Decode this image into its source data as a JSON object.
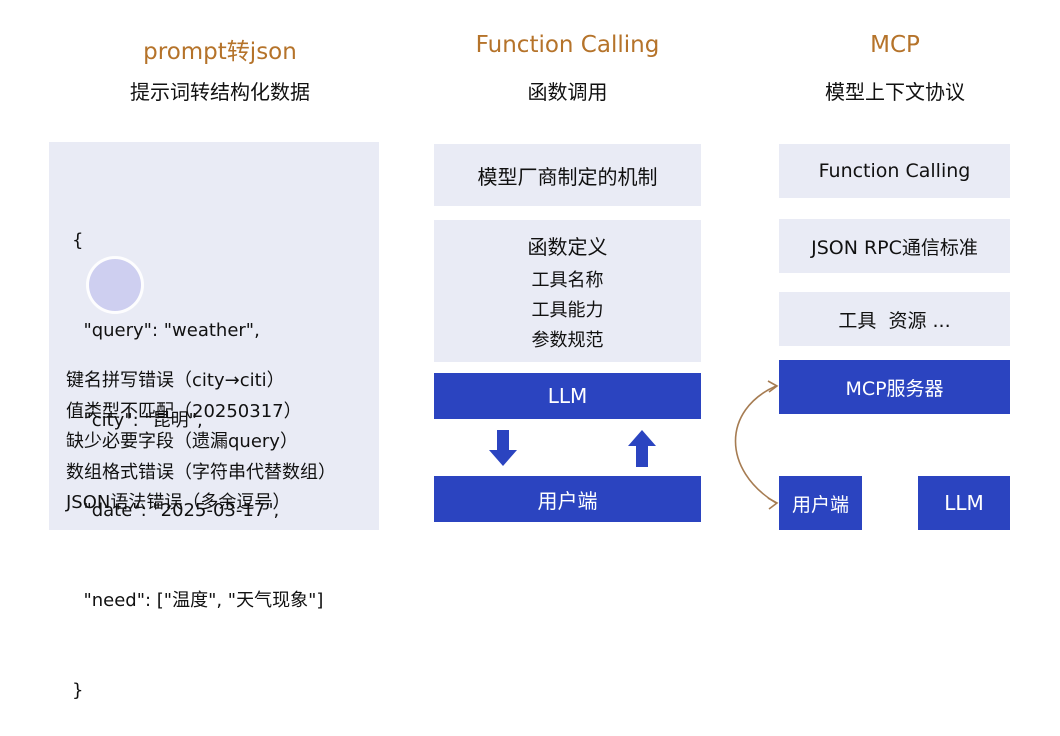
{
  "columns": [
    {
      "title": "prompt转json",
      "subtitle": "提示词转结构化数据"
    },
    {
      "title": "Function Calling",
      "subtitle": "函数调用"
    },
    {
      "title": "MCP",
      "subtitle": "模型上下文协议"
    }
  ],
  "json_example": {
    "lines": [
      "{",
      "  \"query\": \"weather\",",
      "  \"city\": \"昆明\",",
      "  \"date\": \"2025-03-17\",",
      "  \"need\": [\"温度\", \"天气现象\"]",
      "}"
    ]
  },
  "errors": [
    "键名拼写错误（city→citi）",
    "值类型不匹配（20250317）",
    "缺少必要字段（遗漏query）",
    "数组格式错误（字符串代替数组）",
    "JSON语法错误（多余逗号）"
  ],
  "function_calling": {
    "mechanism": "模型厂商制定的机制",
    "definition_title": "函数定义",
    "definition_items": [
      "工具名称",
      "工具能力",
      "参数规范"
    ],
    "llm": "LLM",
    "client": "用户端"
  },
  "mcp": {
    "function_calling": "Function Calling",
    "json_rpc": "JSON RPC通信标准",
    "tools_resources": "工具  资源 ...",
    "server": "MCP服务器",
    "client": "用户端",
    "llm": "LLM"
  },
  "colors": {
    "title": "#b5732a",
    "panel": "#e9ebf5",
    "accent_blue": "#2b44c0",
    "connector": "#a67c52"
  }
}
